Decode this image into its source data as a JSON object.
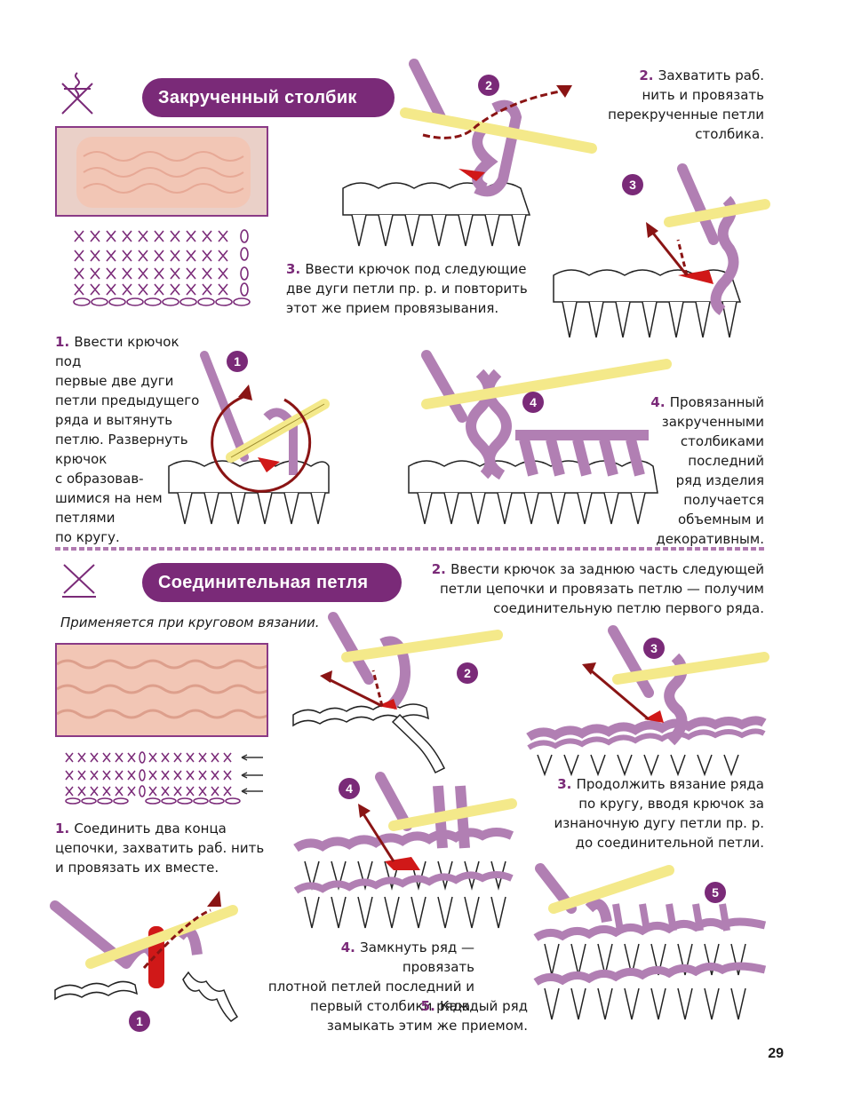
{
  "page_number": "29",
  "colors": {
    "accent": "#7a2a78",
    "yarn": "#b17fb3",
    "hook": "#f4e98a",
    "red": "#d01818",
    "photo_bg": "#f2c6b5"
  },
  "section1": {
    "title": "Закрученный столбик",
    "symbol_icon": "twisted-stitch-symbol-icon",
    "steps": [
      {
        "n": "1",
        "lines": [
          "Ввести крючок под",
          "первые две дуги",
          "петли предыдущего",
          "ряда и вытянуть",
          "петлю. Развернуть",
          "крючок",
          "с образовав-",
          "шимися на нем",
          "петлями",
          "по кругу."
        ],
        "badge": "1"
      },
      {
        "n": "2",
        "lines": [
          "Захватить раб.",
          "нить и провязать",
          "перекрученные петли",
          "столбика."
        ],
        "badge": "2"
      },
      {
        "n": "3",
        "lines": [
          "Ввести крючок под следующие",
          "две дуги петли пр. р. и повторить",
          "этот же прием провязывания."
        ],
        "badge": "3"
      },
      {
        "n": "4",
        "lines": [
          "Провязанный закрученными",
          "столбиками",
          "последний",
          "ряд изделия",
          "получается",
          "объемным и",
          "декоративным."
        ],
        "badge": "4"
      }
    ]
  },
  "section2": {
    "title": "Соединительная петля",
    "symbol_icon": "slip-stitch-symbol-icon",
    "note": "Применяется при круговом вязании.",
    "steps": [
      {
        "n": "1",
        "lines": [
          "Соединить два конца",
          "цепочки, захватить раб. нить",
          "и провязать их вместе."
        ],
        "badge": "1"
      },
      {
        "n": "2",
        "lines": [
          "Ввести крючок за заднюю часть следующей",
          "петли цепочки и провязать петлю — получим",
          "соединительную петлю первого ряда."
        ],
        "badge": "2"
      },
      {
        "n": "3",
        "lines": [
          "Продолжить вязание ряда",
          "по кругу, вводя крючок за",
          "изнаночную дугу петли пр. р.",
          "до соединительной петли."
        ],
        "badge": "3"
      },
      {
        "n": "4",
        "lines": [
          "Замкнуть ряд — провязать",
          "плотной петлей последний и",
          "первый столбики ряда."
        ],
        "badge": "4"
      },
      {
        "n": "5",
        "lines": [
          "Каждый ряд",
          "замыкать этим же приемом."
        ],
        "badge": "5"
      }
    ]
  }
}
